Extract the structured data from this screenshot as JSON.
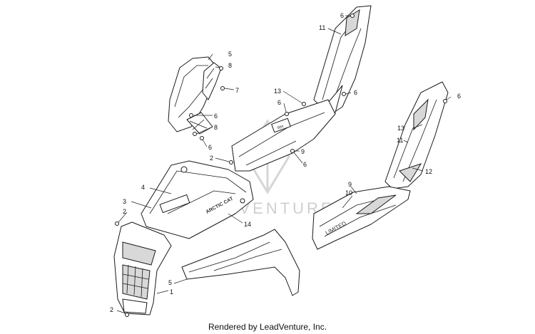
{
  "footer": {
    "rendered_by": "Rendered by LeadVenture, Inc."
  },
  "watermark": {
    "text": "LEADVENTURE"
  },
  "decals": {
    "hood_brand": "ARCTIC CAT",
    "side_panel_right": "LIMITED",
    "rh_mark": "RH"
  },
  "callouts": [
    {
      "id": "c-6a",
      "label": "6"
    },
    {
      "id": "c-11a",
      "label": "11"
    },
    {
      "id": "c-5a",
      "label": "5"
    },
    {
      "id": "c-8a",
      "label": "8"
    },
    {
      "id": "c-7",
      "label": "7"
    },
    {
      "id": "c-13a",
      "label": "13"
    },
    {
      "id": "c-6b",
      "label": "6"
    },
    {
      "id": "c-6c",
      "label": "6"
    },
    {
      "id": "c-6d",
      "label": "6"
    },
    {
      "id": "c-6e",
      "label": "6"
    },
    {
      "id": "c-8b",
      "label": "8"
    },
    {
      "id": "c-6f",
      "label": "6"
    },
    {
      "id": "c-2a",
      "label": "2"
    },
    {
      "id": "c-9a",
      "label": "9"
    },
    {
      "id": "c-6g",
      "label": "6"
    },
    {
      "id": "c-13b",
      "label": "13"
    },
    {
      "id": "c-11b",
      "label": "11"
    },
    {
      "id": "c-12",
      "label": "12"
    },
    {
      "id": "c-4",
      "label": "4"
    },
    {
      "id": "c-3",
      "label": "3"
    },
    {
      "id": "c-2b",
      "label": "2"
    },
    {
      "id": "c-14",
      "label": "14"
    },
    {
      "id": "c-9b",
      "label": "9"
    },
    {
      "id": "c-10",
      "label": "10"
    },
    {
      "id": "c-5b",
      "label": "5"
    },
    {
      "id": "c-1",
      "label": "1"
    },
    {
      "id": "c-2c",
      "label": "2"
    }
  ]
}
